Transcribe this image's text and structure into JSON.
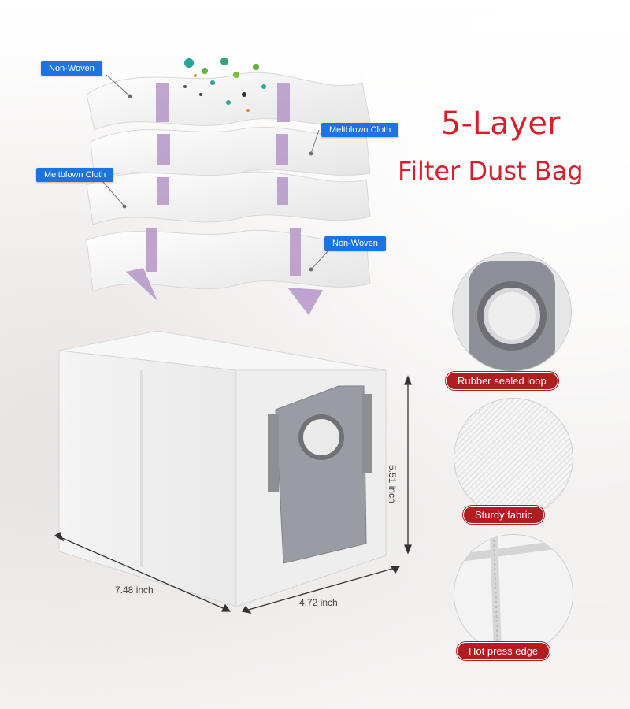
{
  "title": {
    "line1": "5-Layer",
    "line2": "Filter Dust Bag"
  },
  "layer_labels": {
    "top": "Non-Woven",
    "second": "Meltblown Cloth",
    "third": "Meltblown Cloth",
    "bottom": "Non-Woven"
  },
  "features": [
    {
      "label": "Rubber sealed loop",
      "icon": "rubber-loop-closeup"
    },
    {
      "label": "Sturdy fabric",
      "icon": "fabric-texture-closeup"
    },
    {
      "label": "Hot press edge",
      "icon": "pressed-edge-closeup"
    }
  ],
  "dimensions": {
    "height": "5.51 inch",
    "length": "7.48 inch",
    "width": "4.72 inch"
  },
  "colors": {
    "tag_blue": "#1d74e0",
    "title_red": "#d81e2a",
    "pill_red": "#b11d21",
    "arrow_purple": "#b596c9"
  }
}
